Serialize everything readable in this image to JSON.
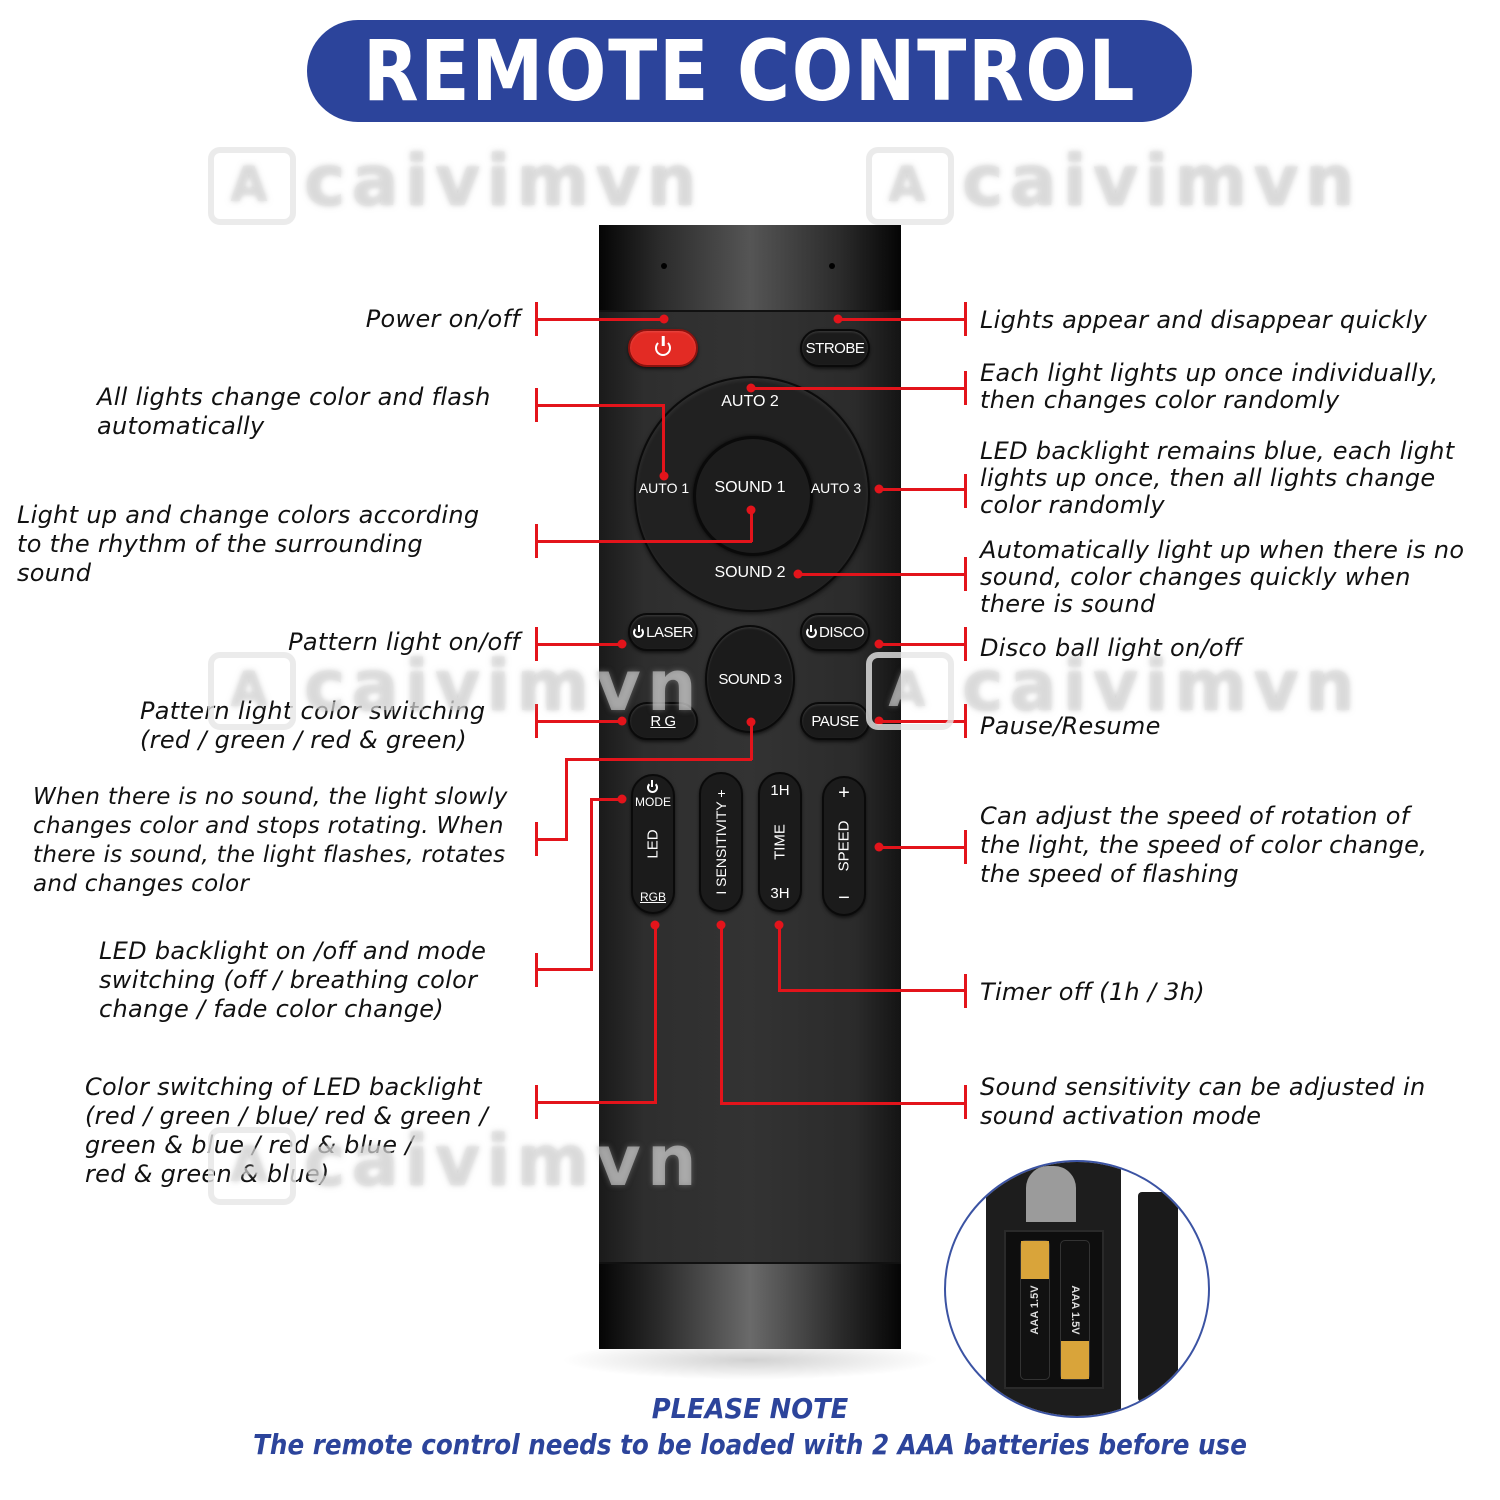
{
  "title": "REMOTE CONTROL",
  "watermark": "caivimvn",
  "colors": {
    "title_bg": "#2c449b",
    "callout_line": "#e3141b",
    "power_button": "#e32b24",
    "remote_body": "#2e2e2e"
  },
  "remote": {
    "buttons": {
      "power": "power-icon",
      "strobe": "STROBE",
      "auto1": "AUTO 1",
      "auto2": "AUTO 2",
      "auto3": "AUTO 3",
      "sound1": "SOUND 1",
      "sound2": "SOUND 2",
      "sound3": "SOUND 3",
      "laser": "LASER",
      "disco": "DISCO",
      "rg": "R G",
      "pause": "PAUSE",
      "led_mode": "MODE",
      "led": "LED",
      "led_rgb": "RGB",
      "sensitivity": "SENSITIVITY",
      "sensitivity_plus": "+",
      "sensitivity_minus": "I",
      "time": "TIME",
      "time_1h": "1H",
      "time_3h": "3H",
      "speed": "SPEED",
      "speed_plus": "+",
      "speed_minus": "−"
    }
  },
  "callouts_left": [
    {
      "button": "power",
      "text": "Power on/off"
    },
    {
      "button": "auto1",
      "text": "All lights change color and flash\nautomatically"
    },
    {
      "button": "sound1",
      "text": "Light up and change colors according\nto the rhythm of the surrounding\nsound"
    },
    {
      "button": "laser",
      "text": "Pattern light on/off"
    },
    {
      "button": "rg",
      "text": "Pattern light color switching\n(red / green / red & green)"
    },
    {
      "button": "sound3",
      "text": "When there is no sound, the light slowly\nchanges color and stops rotating. When\nthere is sound, the light flashes, rotates\nand changes color"
    },
    {
      "button": "led_mode",
      "text": "LED backlight on /off and mode\nswitching (off / breathing color\nchange / fade color change)"
    },
    {
      "button": "led_rgb",
      "text": "Color switching of LED backlight\n(red / green / blue/  red & green /\ngreen & blue / red & blue /\nred & green & blue)"
    }
  ],
  "callouts_right": [
    {
      "button": "strobe",
      "text": "Lights appear and disappear quickly"
    },
    {
      "button": "auto2",
      "text": "Each light lights up once individually,\nthen changes color randomly"
    },
    {
      "button": "auto3",
      "text": "LED backlight remains blue, each light\nlights up once, then all lights change\ncolor randomly"
    },
    {
      "button": "sound2",
      "text": "Automatically light up when there is no\nsound, color changes quickly when\nthere is sound"
    },
    {
      "button": "disco",
      "text": "Disco ball light on/off"
    },
    {
      "button": "pause",
      "text": "Pause/Resume"
    },
    {
      "button": "speed",
      "text": "Can adjust the speed of rotation of\nthe light, the speed of color change,\nthe speed of flashing"
    },
    {
      "button": "time",
      "text": "Timer off (1h / 3h)"
    },
    {
      "button": "sensitivity",
      "text": "Sound sensitivity can be adjusted in\nsound activation mode"
    }
  ],
  "battery_inset": {
    "battery_label": "AAA",
    "voltage": "1.5V",
    "count": 2
  },
  "note": {
    "title": "PLEASE NOTE",
    "body": "The remote control needs to be loaded with 2 AAA batteries before use"
  }
}
